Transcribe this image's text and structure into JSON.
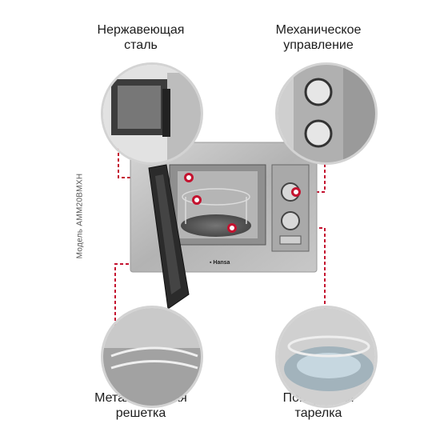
{
  "features": {
    "stainless": {
      "line1": "Нержавеющая",
      "line2": "сталь"
    },
    "mechanical": {
      "line1": "Механическое",
      "line2": "управление"
    },
    "rack": {
      "line1": "Металлическая",
      "line2": "решетка"
    },
    "turntable": {
      "line1": "Поворотная",
      "line2": "тарелка"
    }
  },
  "model_caption": "Модель AMM20BMXH",
  "brand_logo": "Hansa",
  "colors": {
    "accent": "#c4122f",
    "steel": "#b9b9b9",
    "glass": "#3a3a3a"
  }
}
